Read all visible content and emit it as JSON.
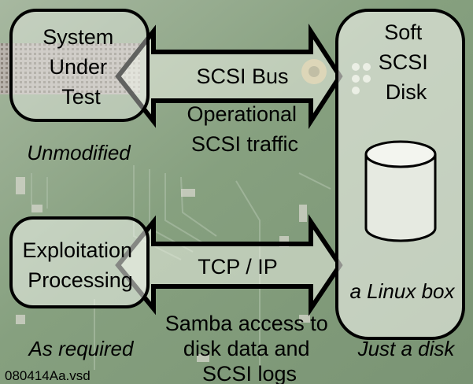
{
  "boxes": {
    "system_under_test": [
      "System",
      "Under",
      "Test"
    ],
    "soft_scsi_disk": [
      "Soft",
      "SCSI",
      "Disk"
    ],
    "exploitation_processing": [
      "Exploitation",
      "Processing"
    ]
  },
  "arrows": {
    "scsi_bus": "SCSI Bus",
    "tcp_ip": "TCP / IP"
  },
  "captions": {
    "operational": [
      "Operational",
      "SCSI traffic"
    ],
    "samba": [
      "Samba access to",
      "disk data and",
      "SCSI logs"
    ],
    "unmodified": "Unmodified",
    "as_required": "As required",
    "linux_box": "a Linux box",
    "just_a_disk": "Just a disk",
    "file_name": "080414Aa.vsd"
  },
  "colors": {
    "board_green": "#7d9a78",
    "box_fill": "#f3f5ef",
    "outline": "#000000"
  }
}
